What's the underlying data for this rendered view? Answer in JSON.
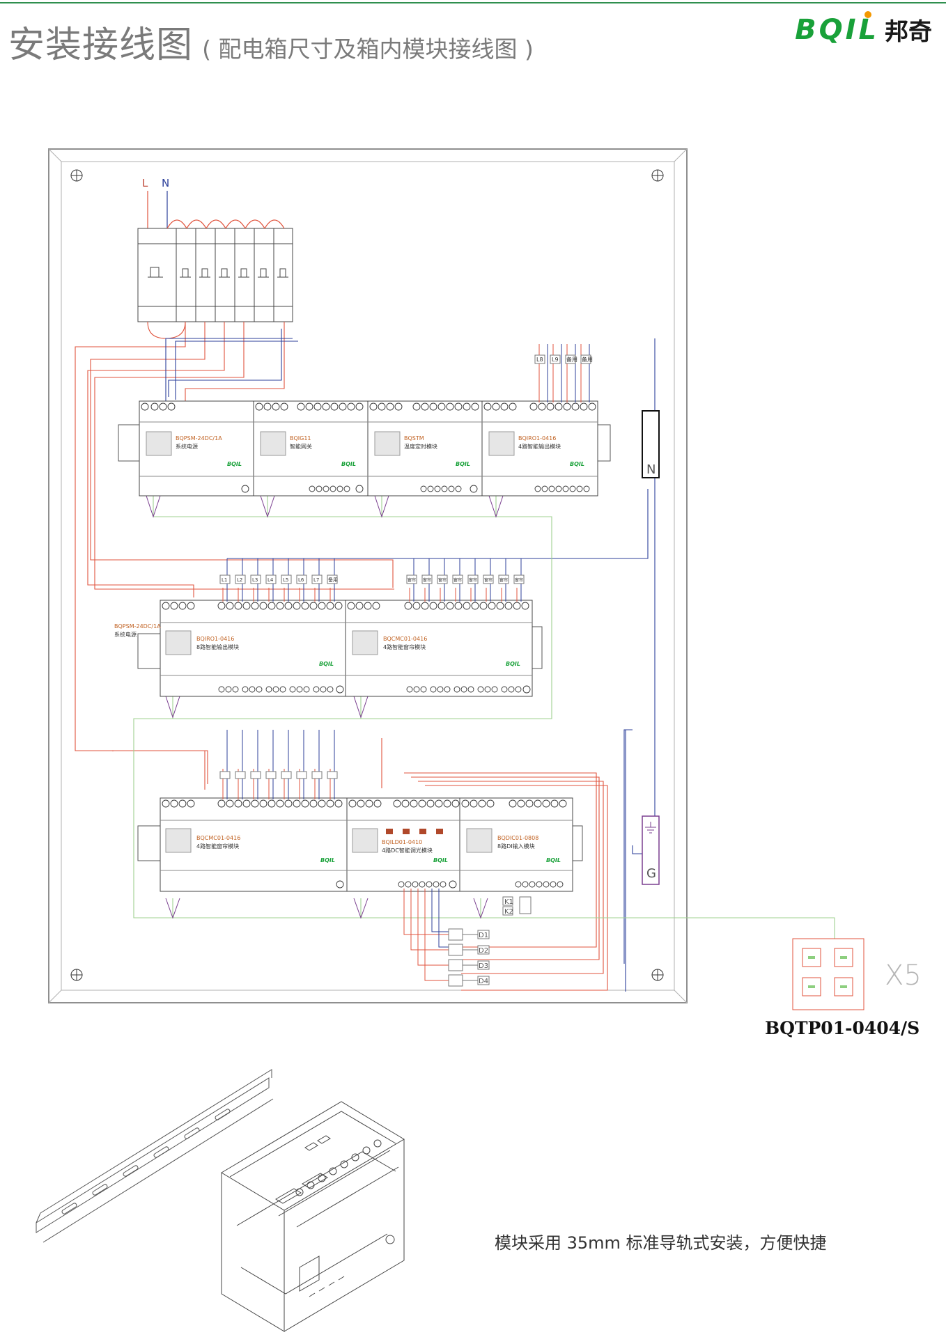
{
  "header": {
    "title": "安装接线图",
    "subtitle": "( 配电箱尺寸及箱内模块接线图 )",
    "brand_en": "BQIL",
    "brand_zh": "邦奇"
  },
  "colors": {
    "accent_green": "#19a139",
    "rule_green": "#2f8f4e",
    "wire_red": "#e0533c",
    "wire_blue": "#2c3f9a",
    "wire_green": "#9fd08f",
    "wire_purple": "#7a3f8f"
  },
  "diagram": {
    "supply": {
      "L": "L",
      "N": "N"
    },
    "neutral_bar": "N",
    "ground_bar": "G",
    "row1_modules": [
      {
        "model": "BQPSM-24DC/1A",
        "name": "系统电源"
      },
      {
        "model": "BQIG11",
        "name": "智能网关"
      },
      {
        "model": "BQSTM",
        "name": "温度定时模块"
      },
      {
        "model": "BQIRO1-0416",
        "name": "4路智能输出模块"
      }
    ],
    "row1_loads": [
      "L8",
      "L9",
      "备用",
      "备用"
    ],
    "row2_side_label": {
      "model": "BQPSM-24DC/1A",
      "name": "系统电源"
    },
    "row2_modules": [
      {
        "model": "BQIRO1-0416",
        "name": "8路智能输出模块"
      },
      {
        "model": "BQCMC01-0416",
        "name": "4路智能窗帘模块"
      }
    ],
    "row2_loads_a": [
      "L1",
      "L2",
      "L3",
      "L4",
      "L5",
      "L6",
      "L7",
      "备用"
    ],
    "row2_loads_b": [
      "窗帘",
      "窗帘",
      "窗帘",
      "窗帘",
      "窗帘",
      "窗帘",
      "窗帘",
      "窗帘"
    ],
    "row3_modules": [
      {
        "model": "BQCMC01-0416",
        "name": "4路智能窗帘模块"
      },
      {
        "model": "BQILD01-0410",
        "name": "4路DC智能调光模块"
      },
      {
        "model": "BQDIC01-0808",
        "name": "8路DI输入模块"
      }
    ],
    "row3_inputs": [
      "K1",
      "K2"
    ],
    "dimmer_outputs": [
      "D1",
      "D2",
      "D3",
      "D4"
    ],
    "module_logo": "BQIL"
  },
  "panel": {
    "quantity": "X5",
    "model": "BQTP01-0404/S"
  },
  "footer": {
    "rail_caption": "模块采用 35mm 标准导轨式安装，方便快捷"
  }
}
